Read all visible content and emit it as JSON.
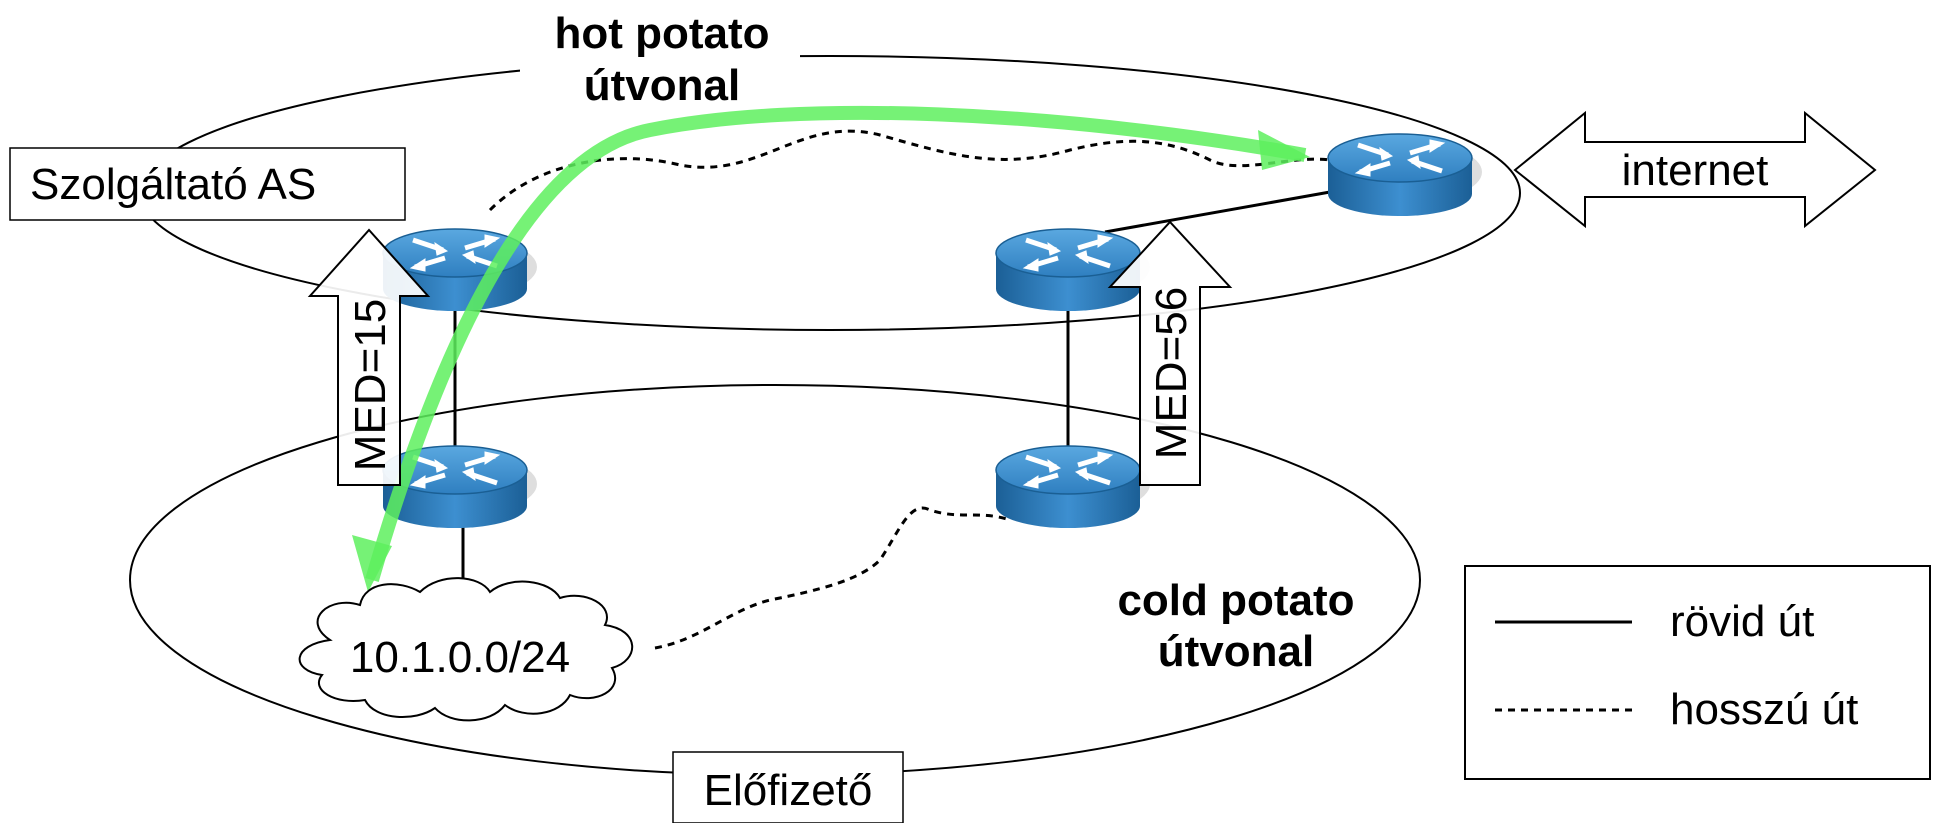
{
  "titles": {
    "hot_line1": "hot potato",
    "hot_line2": "útvonal",
    "cold_line1": "cold potato",
    "cold_line2": "útvonal"
  },
  "labels": {
    "provider_as": "Szolgáltató  AS",
    "subscriber": "Előfizető",
    "internet": "internet",
    "prefix": "10.1.0.0/24",
    "med_left": "MED=15",
    "med_right": "MED=56"
  },
  "legend": {
    "short": "rövid út",
    "long": "hosszú út"
  },
  "colors": {
    "router_top": "#3f8fcf",
    "router_body": "#1a6fae",
    "hot_path": "#5ef05e"
  }
}
